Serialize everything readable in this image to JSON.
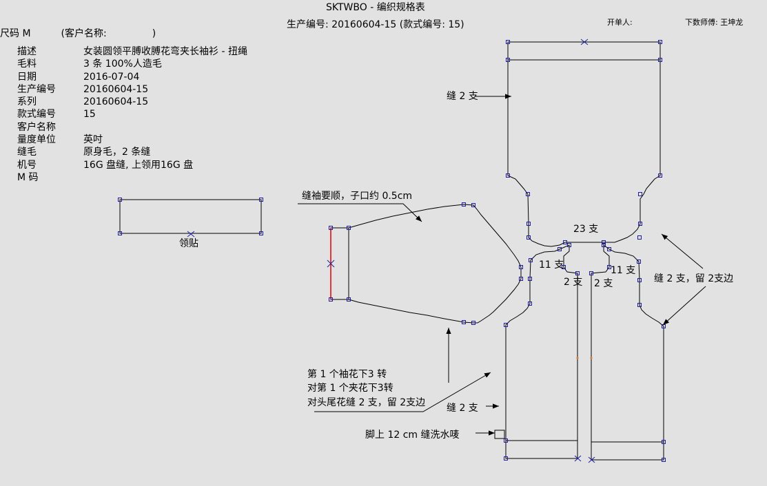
{
  "header": {
    "title": "SKTWBO - 编织规格表",
    "subtitle": "生产编号: 20160604-15  (款式编号: 15)",
    "size_label": "尺码",
    "size_value": "M",
    "customer_label": "(客户名称:",
    "customer_close": ")",
    "opener": "开单人:",
    "master": "下数师傅: 王坤龙"
  },
  "info": [
    {
      "key": "描述",
      "value": "女装圆领平膊收膊花弯夹长袖衫 - 扭绳"
    },
    {
      "key": "毛料",
      "value": "3 条 100%人造毛"
    },
    {
      "key": "日期",
      "value": "2016-07-04"
    },
    {
      "key": "生产编号",
      "value": "20160604-15"
    },
    {
      "key": "系列",
      "value": "20160604-15"
    },
    {
      "key": "款式编号",
      "value": "15"
    },
    {
      "key": "客户名称",
      "value": ""
    },
    {
      "key": "量度单位",
      "value": "英吋"
    },
    {
      "key": "缝毛",
      "value": "原身毛，2 条缝"
    },
    {
      "key": "机号",
      "value": "16G 盘缝, 上领用16G 盘"
    },
    {
      "key": "M 码",
      "value": ""
    }
  ],
  "labels": {
    "collar_patch": "领贴",
    "sleeve_note": "缝袖要顺，子口约 0.5cm",
    "sew_2_top": "缝 2 支",
    "sew_23": "23 支",
    "sew_11_left": "11 支",
    "sew_11_right": "11 支",
    "sew_2_left": "2 支",
    "sew_2_right": "2 支",
    "sew_2_leave_2": "缝 2 支，留 2支边",
    "note_line1": "第 1 个袖花下3 转",
    "note_line2": "对第 1 个夹花下3转",
    "note_line3": "对头尾花缝 2 支，留 2支边",
    "sew_2_bottom": "缝 2 支",
    "hem_note": "脚上 12 cm 缝洗水唛"
  },
  "colors": {
    "background": "#e2e2e2",
    "outline": "#000000",
    "point_marker": "#1c1c9c",
    "highlight_edge": "#e00000",
    "center_mark": "#d08040"
  }
}
